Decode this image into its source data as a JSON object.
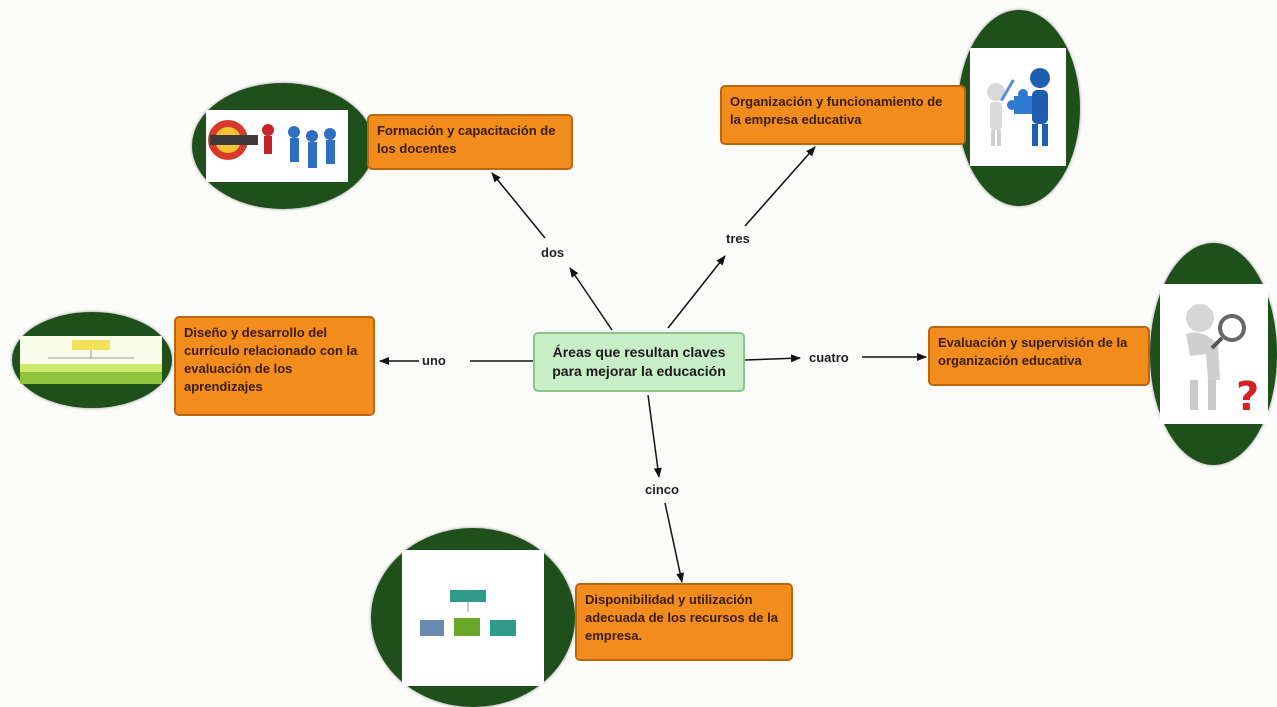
{
  "center": {
    "text": "Áreas que resultan claves para mejorar la educación"
  },
  "areas": {
    "uno": {
      "link": "uno",
      "text": "Diseño y desarrollo del currículo relacionado con la evaluación de los aprendizajes"
    },
    "dos": {
      "link": "dos",
      "text": "Formación y capacitación de los docentes"
    },
    "tres": {
      "link": "tres",
      "text": "Organización y funcionamiento de la empresa educativa"
    },
    "cuatro": {
      "link": "cuatro",
      "text": "Evaluación y supervisión de la organización educativa"
    },
    "cinco": {
      "link": "cinco",
      "text": "Disponibilidad y utilización adecuada de los recursos de la empresa."
    }
  },
  "colors": {
    "center_fill": "#c8eec6",
    "area_fill": "#f28c1c",
    "oval_fill": "#1f4f1b"
  },
  "icons": {
    "uno": "flowchart-thumbnail-icon",
    "dos": "team-presentation-icon",
    "tres": "puzzle-figures-icon",
    "cuatro": "magnifier-question-icon",
    "cinco": "org-chart-thumbnail-icon"
  }
}
